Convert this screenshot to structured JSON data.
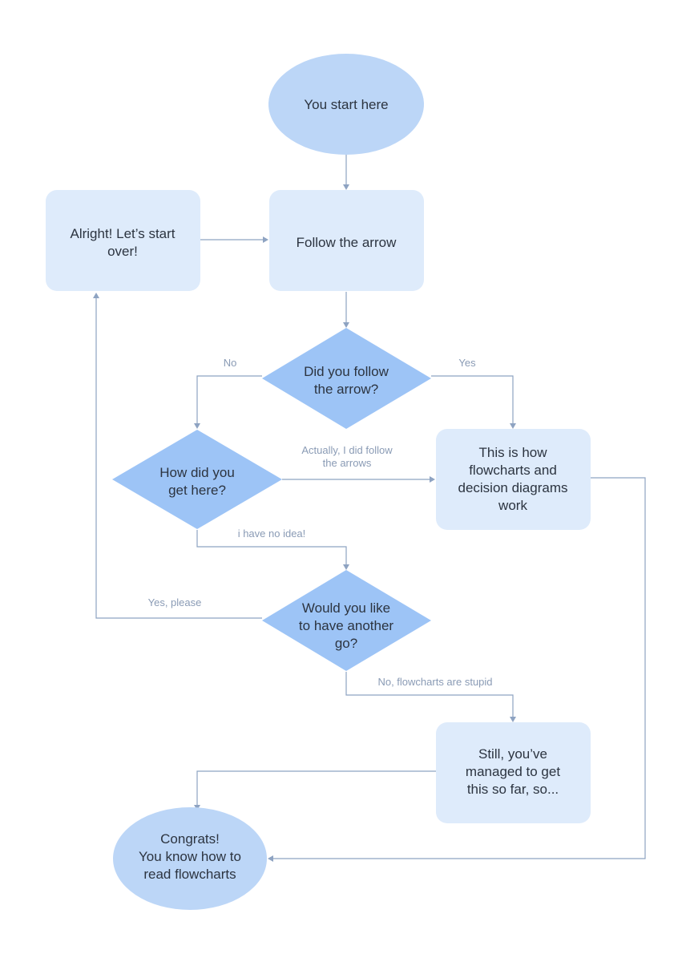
{
  "colors": {
    "oval": "#bcd6f7",
    "box": "#deebfb",
    "diamond": "#9dc4f6",
    "line": "#8ea3c2",
    "label": "#8a9bb5",
    "text": "#2c3440"
  },
  "nodes": {
    "start": [
      "You start here"
    ],
    "follow": [
      "Follow the arrow"
    ],
    "restart": [
      "Alright! Let’s start",
      "over!"
    ],
    "decision_follow": [
      "Did you follow",
      "the arrow?"
    ],
    "decision_how": [
      "How did you",
      "get here?"
    ],
    "explain": [
      "This is how",
      "flowcharts and",
      "decision diagrams",
      "work"
    ],
    "decision_again": [
      "Would you like",
      "to have another",
      "go?"
    ],
    "still": [
      "Still, you’ve",
      "managed to get",
      "this so far, so..."
    ],
    "end": [
      "Congrats!",
      "You know how to",
      "read flowcharts"
    ]
  },
  "edge_labels": {
    "no": "No",
    "yes": "Yes",
    "actually": [
      "Actually, I did follow",
      "the arrows"
    ],
    "no_idea": "i have no idea!",
    "yes_please": "Yes, please",
    "no_stupid": "No, flowcharts are stupid"
  }
}
